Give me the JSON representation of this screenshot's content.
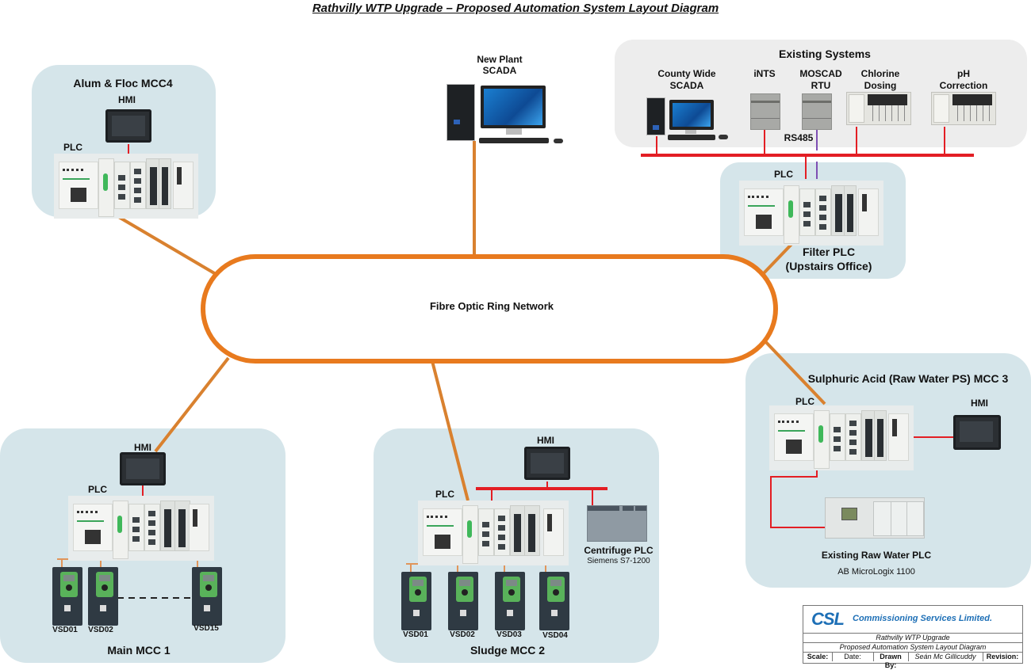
{
  "title": "Rathvilly WTP Upgrade – Proposed Automation System Layout Diagram",
  "network": {
    "label": "Fibre Optic Ring Network",
    "ring_color": "#e87a1e"
  },
  "colors": {
    "fibre": "#d9812f",
    "ethernet": "#e31e24",
    "rs485": "#7e4fb3",
    "panel_blue": "#d5e5ea",
    "panel_grey": "#ededed",
    "brand_blue": "#1d6fb6"
  },
  "new_scada": {
    "label_line1": "New Plant",
    "label_line2": "SCADA"
  },
  "existing_systems": {
    "title": "Existing Systems",
    "items": [
      {
        "label_line1": "County Wide",
        "label_line2": "SCADA"
      },
      {
        "label_line1": "iNTS",
        "label_line2": ""
      },
      {
        "label_line1": "MOSCAD",
        "label_line2": "RTU"
      },
      {
        "label_line1": "Chlorine",
        "label_line2": "Dosing"
      },
      {
        "label_line1": "pH",
        "label_line2": "Correction"
      }
    ],
    "rs485_label": "RS485"
  },
  "panels": {
    "alum": {
      "title": "Alum & Floc MCC4",
      "hmi": "HMI",
      "plc": "PLC"
    },
    "filter": {
      "plc": "PLC",
      "title_line1": "Filter PLC",
      "title_line2": "(Upstairs Office)"
    },
    "sulphuric": {
      "title": "Sulphuric Acid (Raw Water PS) MCC 3",
      "plc": "PLC",
      "hmi": "HMI",
      "existing_plc": "Existing Raw Water PLC",
      "existing_plc_model": "AB MicroLogix 1100"
    },
    "main": {
      "title": "Main MCC 1",
      "hmi": "HMI",
      "plc": "PLC",
      "vsds": [
        "VSD01",
        "VSD02",
        "VSD15"
      ]
    },
    "sludge": {
      "title": "Sludge MCC 2",
      "hmi": "HMI",
      "plc": "PLC",
      "centrifuge": "Centrifuge PLC",
      "centrifuge_model": "Siemens S7-1200",
      "vsds": [
        "VSD01",
        "VSD02",
        "VSD03",
        "VSD04"
      ]
    }
  },
  "title_block": {
    "logo": "CSL",
    "company": "Commissioning Services Limited.",
    "project": "Rathvilly WTP Upgrade",
    "drawing": "Proposed Automation System Layout Diagram",
    "scale_label": "Scale:",
    "date_label": "Date:",
    "drawn_by_label": "Drawn By:",
    "drawn_by": "Seán Mc Gillicuddy",
    "revision_label": "Revision:"
  }
}
